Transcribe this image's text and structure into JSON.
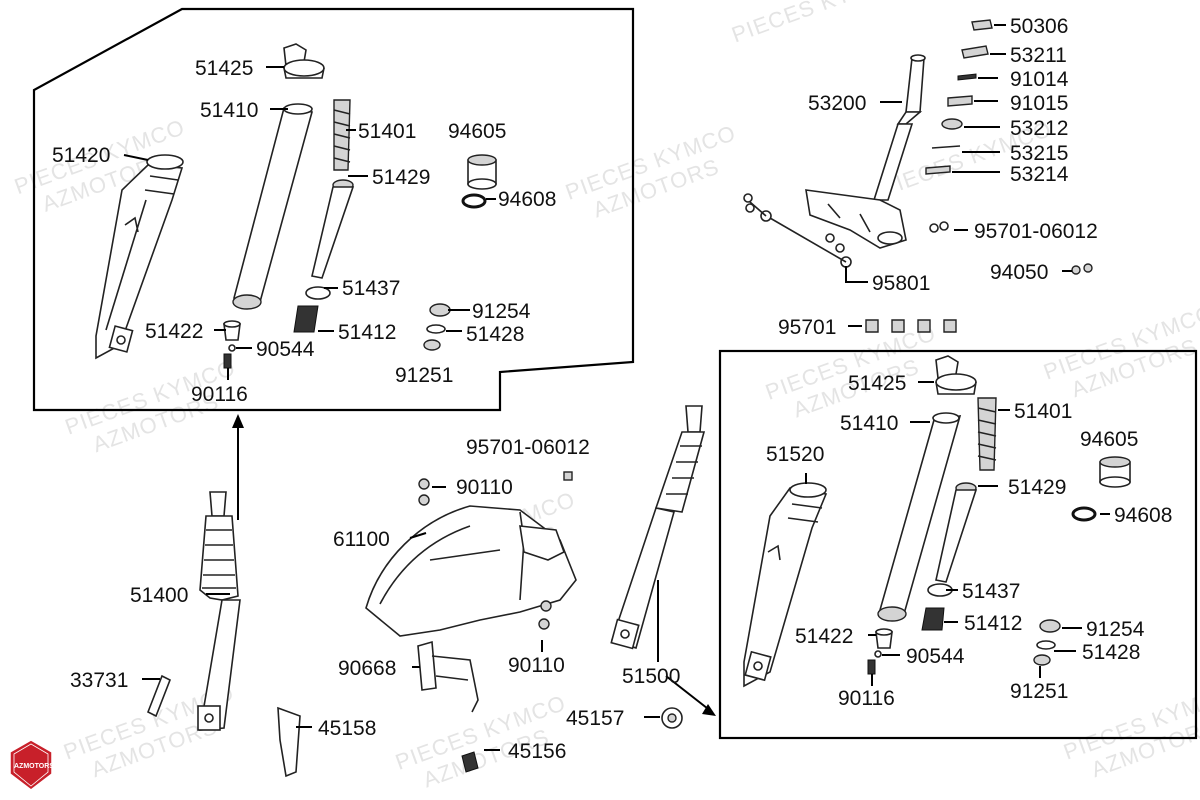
{
  "watermark": {
    "line1": "PIECES KYMCO",
    "line2": "AZMOTORS"
  },
  "logo": {
    "text": "AZMOTORS",
    "color": "#c8202a"
  },
  "part_numbers": {
    "p51425": "51425",
    "p51410": "51410",
    "p51401": "51401",
    "p51420": "51420",
    "p94605": "94605",
    "p51429": "51429",
    "p94608": "94608",
    "p51437": "51437",
    "p91254": "91254",
    "p51422": "51422",
    "p51412": "51412",
    "p51428": "51428",
    "p90544": "90544",
    "p91251": "91251",
    "p90116": "90116",
    "p50306": "50306",
    "p53211": "53211",
    "p91014": "91014",
    "p53200": "53200",
    "p91015": "91015",
    "p53212": "53212",
    "p53215": "53215",
    "p53214": "53214",
    "p95701_06012": "95701-06012",
    "p94050": "94050",
    "p95801": "95801",
    "p95701": "95701",
    "p90110": "90110",
    "p61100": "61100",
    "p51400": "51400",
    "p90668": "90668",
    "p33731": "33731",
    "p45158": "45158",
    "p45157": "45157",
    "p45156": "45156",
    "p51500": "51500",
    "p51520": "51520"
  }
}
